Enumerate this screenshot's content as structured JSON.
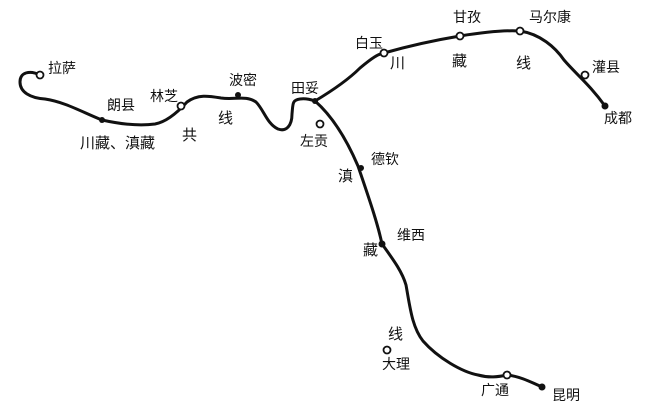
{
  "map": {
    "places": [
      {
        "id": "lhasa",
        "label": "拉萨"
      },
      {
        "id": "langxian",
        "label": "朗县"
      },
      {
        "id": "linzhi",
        "label": "林芝"
      },
      {
        "id": "bomi",
        "label": "波密"
      },
      {
        "id": "tiantuo",
        "label": "田妥"
      },
      {
        "id": "baiyu",
        "label": "白玉"
      },
      {
        "id": "ganzi",
        "label": "甘孜"
      },
      {
        "id": "maerkang",
        "label": "马尔康"
      },
      {
        "id": "guanxian",
        "label": "灌县"
      },
      {
        "id": "chengdu",
        "label": "成都"
      },
      {
        "id": "zuogong",
        "label": "左贡"
      },
      {
        "id": "deqin",
        "label": "德钦"
      },
      {
        "id": "weixi",
        "label": "维西"
      },
      {
        "id": "dali",
        "label": "大理"
      },
      {
        "id": "guangtong",
        "label": "广通"
      },
      {
        "id": "kunming",
        "label": "昆明"
      }
    ],
    "route_labels": {
      "shared_section": "川藏、滇藏",
      "shared_gong": "共",
      "shared_xian": "线",
      "chuanzang_chuan": "川",
      "chuanzang_zang": "藏",
      "chuanzang_xian": "线",
      "dianzang_dian": "滇",
      "dianzang_zang": "藏",
      "dianzang_xian": "线"
    }
  }
}
